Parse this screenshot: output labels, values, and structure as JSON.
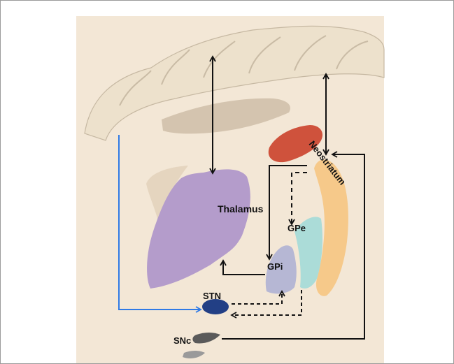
{
  "labels": {
    "thalamus": "Thalamus",
    "neostriatum": "Neostriatum",
    "gpe": "GPe",
    "gpi": "GPi",
    "stn": "STN",
    "snc": "SNc"
  },
  "colors": {
    "background": "#f3e7d6",
    "cortex": "#ede1cc",
    "cortex_outline": "#c6b8a2",
    "thalamus": "#b49ccb",
    "neostriatum": "#cf523c",
    "gpe": "#abdcd8",
    "gpi": "#b6b7d4",
    "putamen": "#f6c98a",
    "stn": "#223f85",
    "snc": "#5a5a5a",
    "ventricle": "#c9b8a1",
    "arrow": "#111111",
    "hyperdirect": "#2f7ae6"
  }
}
